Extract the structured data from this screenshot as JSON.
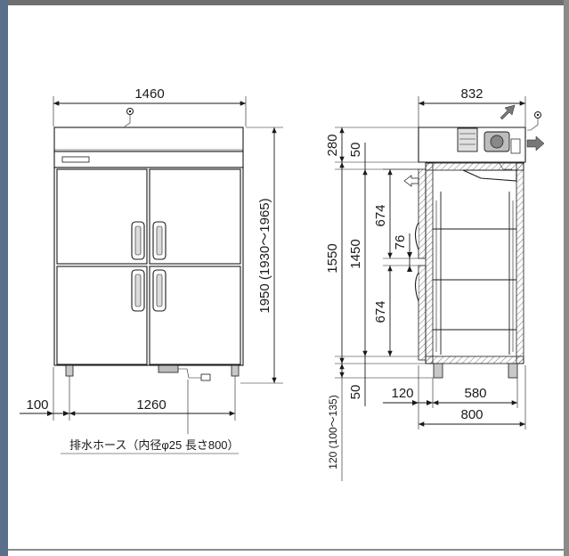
{
  "colors": {
    "frame_left": "#5a6f8c",
    "frame_top": "#6f6f6f",
    "line": "#1a1a1a",
    "arrow_fill": "#777777"
  },
  "front_view": {
    "width_total": "1460",
    "height_total": "1950 (1930～1965)",
    "leg_offset": "100",
    "leg_span": "1260",
    "drain_hose_note": "排水ホース（内径φ25 長さ800）"
  },
  "side_view": {
    "depth_top": "832",
    "top_machine": "280",
    "top_gap": "50",
    "cabinet_height": "1550",
    "interior_height": "1450",
    "upper_door": "674",
    "door_gap": "76",
    "lower_door": "674",
    "bottom_gap": "50",
    "leg_height": "120 (100～135)",
    "door_depth": "120",
    "body_depth": "580",
    "depth_bottom": "800"
  }
}
